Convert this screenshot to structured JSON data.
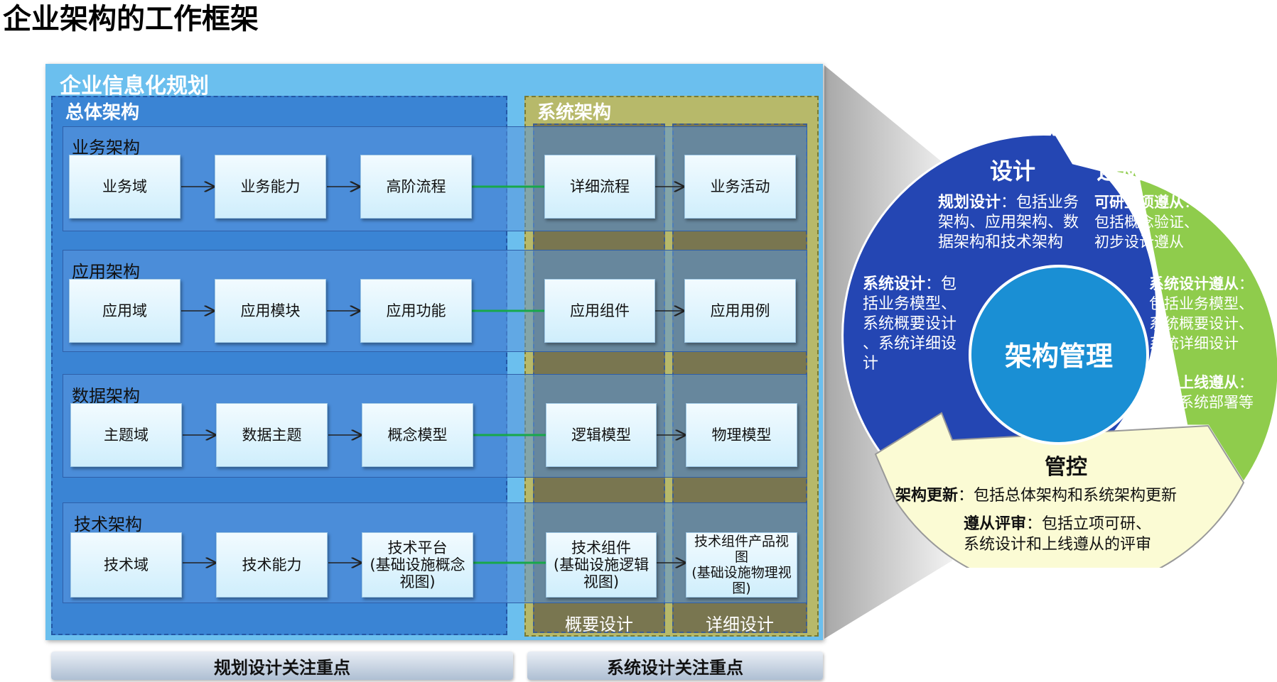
{
  "title": "企业架构的工作框架",
  "framework": {
    "outer_label": "企业信息化规划",
    "overall_label": "总体架构",
    "system_label": "系统架构",
    "col_summary": "概要设计",
    "col_detail": "详细设计",
    "layers": [
      {
        "label": "业务架构",
        "boxes": [
          "业务域",
          "业务能力",
          "高阶流程",
          "详细流程",
          "业务活动"
        ]
      },
      {
        "label": "应用架构",
        "boxes": [
          "应用域",
          "应用模块",
          "应用功能",
          "应用组件",
          "应用用例"
        ]
      },
      {
        "label": "数据架构",
        "boxes": [
          "主题域",
          "数据主题",
          "概念模型",
          "逻辑模型",
          "物理模型"
        ]
      },
      {
        "label": "技术架构",
        "boxes": [
          "技术域",
          "技术能力",
          "技术平台\n(基础设施概念视图)",
          "技术组件\n(基础设施逻辑视图)",
          "技术组件产品视图\n(基础设施物理视图)"
        ]
      }
    ],
    "bottom_left": "规划设计关注重点",
    "bottom_right": "系统设计关注重点"
  },
  "cycle": {
    "center": "架构管理",
    "design": {
      "title": "设计",
      "p1_bold": "规划设计",
      "p1_lines": [
        "：包括业务",
        "架构、应用架构、数",
        "据架构和技术架构"
      ],
      "p2_bold": "系统设计",
      "p2_lines": [
        "：包",
        "括业务模型、",
        "系统概要设计",
        "、系统详细设",
        "计"
      ]
    },
    "comply": {
      "title": "遵从",
      "p1_bold": "可研立项遵从",
      "p1_lines": [
        "：",
        "包括概念验证、",
        "初步设计遵从"
      ],
      "p2_bold": "系统设计遵从",
      "p2_lines": [
        "：",
        "包括业务模型、",
        "系统概要设计、",
        "系统详细设计"
      ],
      "p3_bold": "系统上线遵从",
      "p3_lines": [
        "：",
        "包括系统部署等"
      ]
    },
    "control": {
      "title": "管控",
      "p1_bold": "架构更新",
      "p1_rest": "：包括总体架构和系统架构更新",
      "p2_bold": "遵从评审",
      "p2_rest": "：包括立项可研、",
      "p2_line2": "系统设计和上线遵从的评审"
    },
    "colors": {
      "design": "#2446b3",
      "comply": "#8fcc4c",
      "control": "#fbfbd4",
      "center": "#1a8fd4",
      "shade": "#c8c8c8"
    }
  }
}
